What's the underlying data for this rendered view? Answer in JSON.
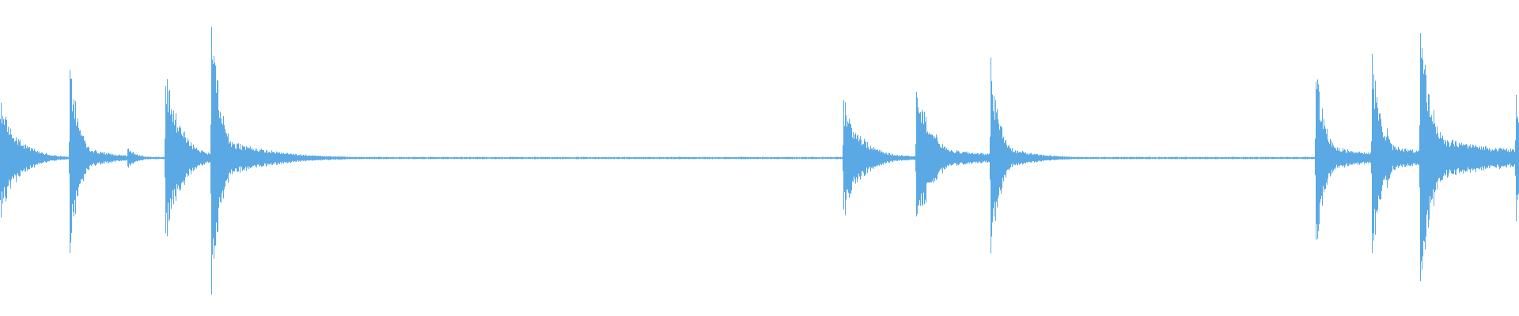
{
  "waveform": {
    "color": "#5aa9e4",
    "background": "#ffffff",
    "bursts": [
      {
        "start": 0.0,
        "amp": 0.2,
        "decay": 0.012,
        "tail": 0.02
      },
      {
        "start": 0.046,
        "amp": 0.34,
        "decay": 0.006,
        "tail": 0.02
      },
      {
        "start": 0.084,
        "amp": 0.04,
        "decay": 0.006,
        "tail": 0.01
      },
      {
        "start": 0.109,
        "amp": 0.3,
        "decay": 0.01,
        "tail": 0.02
      },
      {
        "start": 0.139,
        "amp": 0.52,
        "decay": 0.006,
        "tail": 0.03
      },
      {
        "start": 0.555,
        "amp": 0.2,
        "decay": 0.012,
        "tail": 0.03
      },
      {
        "start": 0.603,
        "amp": 0.28,
        "decay": 0.01,
        "tail": 0.04
      },
      {
        "start": 0.652,
        "amp": 0.36,
        "decay": 0.006,
        "tail": 0.02
      },
      {
        "start": 0.866,
        "amp": 0.34,
        "decay": 0.006,
        "tail": 0.03
      },
      {
        "start": 0.903,
        "amp": 0.38,
        "decay": 0.006,
        "tail": 0.03
      },
      {
        "start": 0.913,
        "amp": 0.1,
        "decay": 0.004,
        "tail": 0.01
      },
      {
        "start": 0.935,
        "amp": 0.48,
        "decay": 0.008,
        "tail": 0.06
      },
      {
        "start": 0.998,
        "amp": 0.28,
        "decay": 0.002,
        "tail": 0.002
      }
    ]
  }
}
